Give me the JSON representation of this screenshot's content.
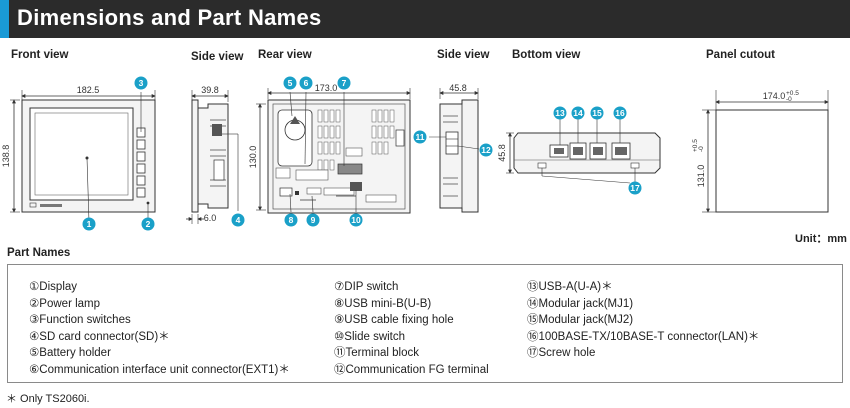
{
  "header": {
    "title": "Dimensions and Part Names"
  },
  "views": {
    "front": "Front view",
    "side1": "Side view",
    "rear": "Rear view",
    "side2": "Side view",
    "bottom": "Bottom view",
    "panel": "Panel cutout"
  },
  "dimensions": {
    "front_width": "182.5",
    "front_height": "138.8",
    "side_depth": "39.8",
    "side_offset": "6.0",
    "rear_width": "173.0",
    "rear_height": "130.0",
    "side2_depth": "45.8",
    "bottom_depth": "45.8",
    "cutout_width": "174.0",
    "cutout_width_tol_plus": "+0.5",
    "cutout_width_tol_minus": "-0",
    "cutout_height": "131.0",
    "cutout_height_tol_plus": "+0.5",
    "cutout_height_tol_minus": "-0"
  },
  "badges": [
    "1",
    "2",
    "3",
    "4",
    "5",
    "6",
    "7",
    "8",
    "9",
    "10",
    "11",
    "12",
    "13",
    "14",
    "15",
    "16",
    "17"
  ],
  "unit_label": "Unit：mm",
  "part_names_title": "Part Names",
  "parts": {
    "col1": [
      "①Display",
      "②Power lamp",
      "③Function switches",
      "④SD card connector(SD)＊",
      "⑤Battery holder",
      "⑥Communication interface unit connector(EXT1)＊"
    ],
    "col2": [
      "⑦DIP switch",
      "⑧USB mini-B(U-B)",
      "⑨USB cable fixing hole",
      "⑩Slide switch",
      "⑪Terminal block",
      "⑫Communication FG terminal"
    ],
    "col3": [
      "⑬USB-A(U-A)＊",
      "⑭Modular jack(MJ1)",
      "⑮Modular jack(MJ2)",
      "⑯100BASE-TX/10BASE-T connector(LAN)＊",
      "⑰Screw hole"
    ]
  },
  "footnote": "＊ Only TS2060i.",
  "colors": {
    "badge": "#1aa0c8",
    "header_bg": "#2b2b2b",
    "header_accent": "#1a9ad6",
    "line": "#333333",
    "device_fill": "#f4f4f4"
  }
}
